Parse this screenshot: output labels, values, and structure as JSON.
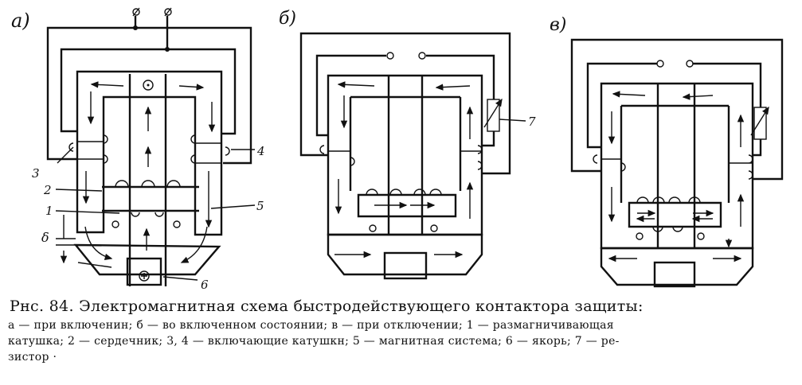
{
  "figure": {
    "panel_labels": [
      "а)",
      "б)",
      "в)"
    ],
    "part_numbers": [
      "1",
      "2",
      "3",
      "4",
      "5",
      "6",
      "7"
    ],
    "gap_symbol": "δ",
    "caption_title": "Рнс. 84. Электромагнитная схема быстродействующего контактора защиты:",
    "legend_lines": [
      "а — при включенин; б — во включенном состоянии; в — при отключении; 1 — размагничивающая",
      "катушка; 2 — сердечник; 3, 4 — включающие катушкн; 5 — магнитная система; 6 — якорь; 7 — ре-",
      "зистор ·"
    ]
  }
}
